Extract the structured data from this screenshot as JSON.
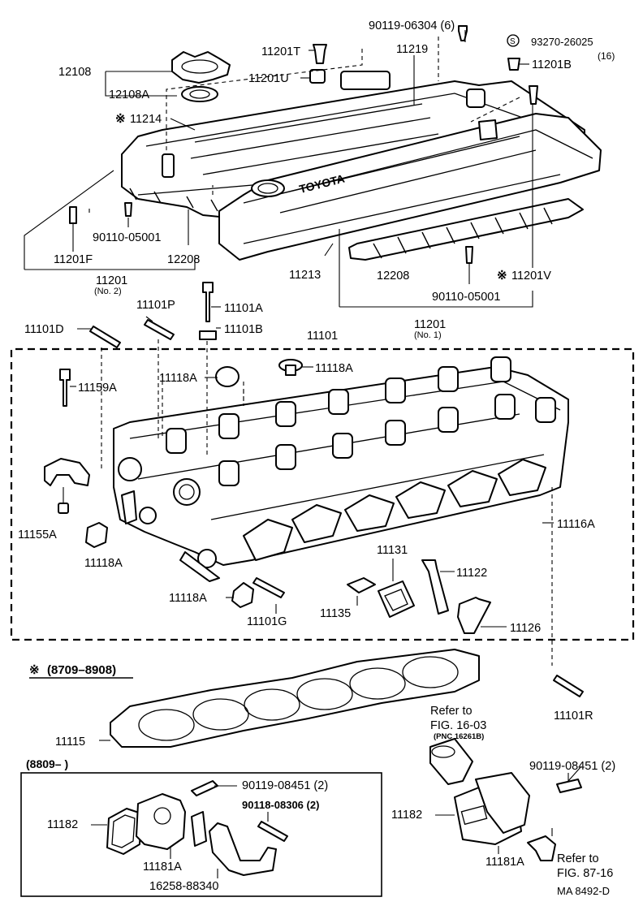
{
  "labels": {
    "p90119_06304": "90119-06304 (6)",
    "p93270": "93270-26025",
    "p93270_qty": "(16)",
    "p11201T": "11201T",
    "p11219": "11219",
    "p11201B": "11201B",
    "p12108": "12108",
    "p11201U": "11201U",
    "p12108A": "12108A",
    "p11214": "11214",
    "p90110_05001_a": "90110-05001",
    "p11201F": "11201F",
    "p12208_a": "12208",
    "p11213": "11213",
    "p11201_no2": "11201",
    "p11201_no2_sub": "(No. 2)",
    "p12208_b": "12208",
    "p90110_05001_b": "90110-05001",
    "p11201V": "11201V",
    "p11201_no1": "11201",
    "p11201_no1_sub": "(No. 1)",
    "p11101P": "11101P",
    "p11101A": "11101A",
    "p11101D": "11101D",
    "p11101B": "11101B",
    "p11101": "11101",
    "p11118A_top": "11118A",
    "p11118A_left": "11118A",
    "p11159A": "11159A",
    "p11155A": "11155A",
    "p11118A_mid": "11118A",
    "p11116A": "11116A",
    "p11131": "11131",
    "p11122": "11122",
    "p11118A_bot": "11118A",
    "p11101G": "11101G",
    "p11135": "11135",
    "p11126": "11126",
    "date_range": "(8709–8908)",
    "p11115": "11115",
    "p11101R": "11101R",
    "refer_to": "Refer to",
    "fig_16_03": "FIG. 16-03",
    "pnc": "(PNC 16261B)",
    "date_range2": "(8809–          )",
    "p90119_08451_inset": "90119-08451 (2)",
    "p90118_08306": "90118-08306 (2)",
    "p11182_inset": "11182",
    "p11181A_inset": "11181A",
    "p16258": "16258-88340",
    "p90119_08451_r": "90119-08451 (2)",
    "p11182_r": "11182",
    "p11181A_r": "11181A",
    "refer_to_2": "Refer to",
    "fig_87_16": "FIG. 87-16",
    "code": "MA  8492-D"
  }
}
